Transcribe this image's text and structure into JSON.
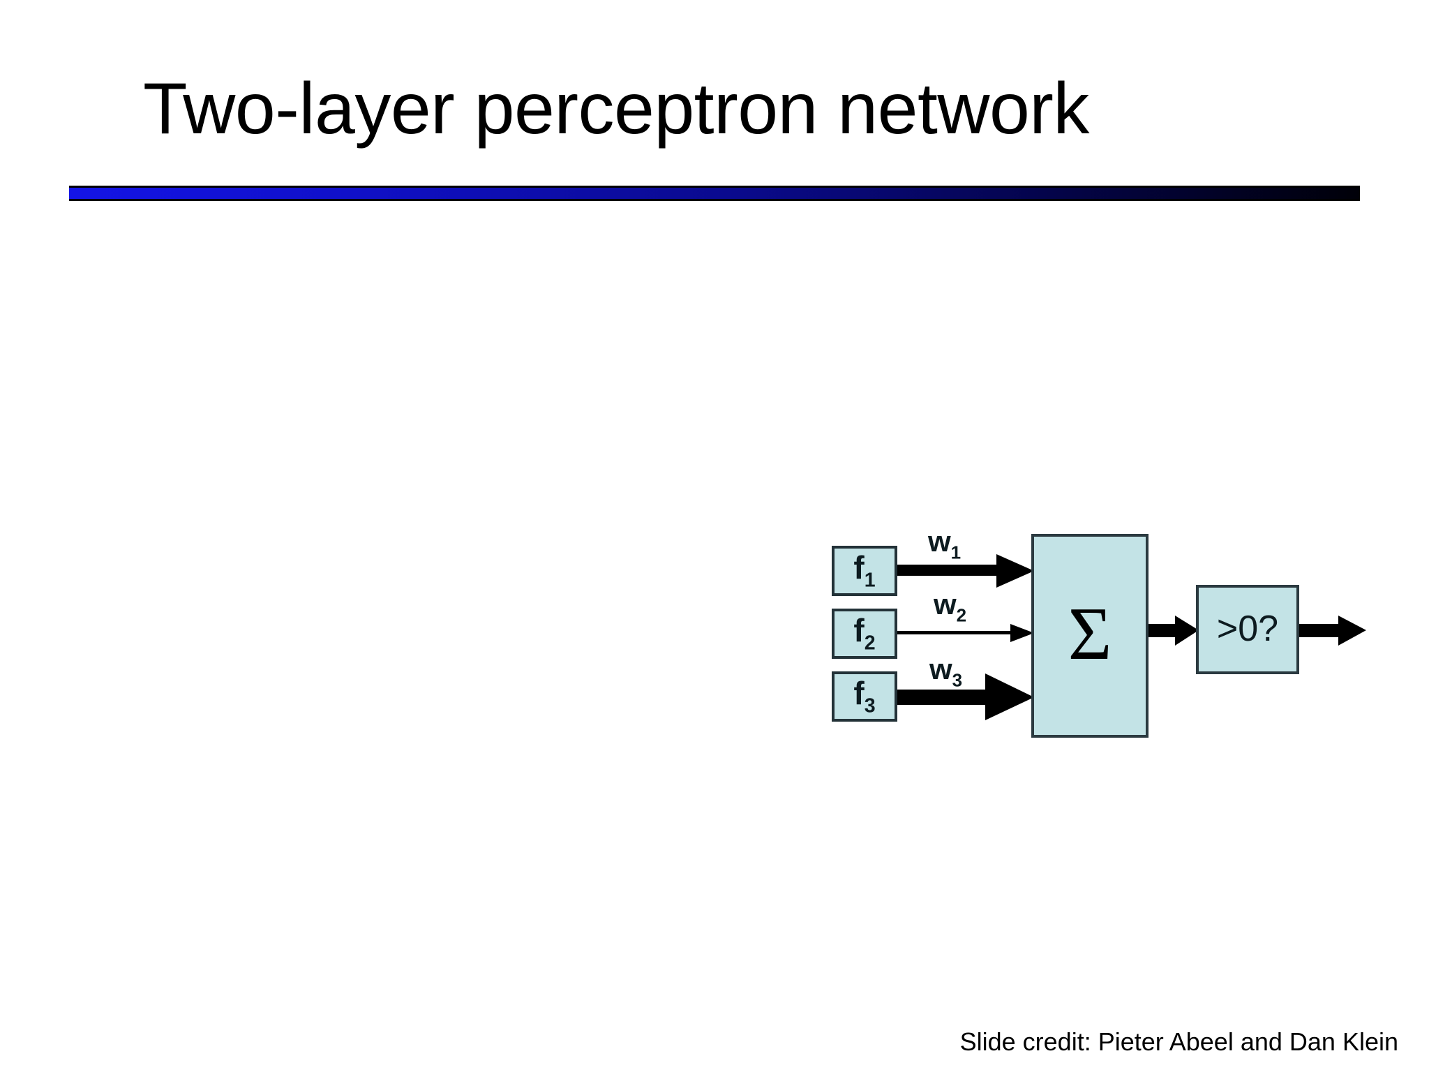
{
  "slide": {
    "title": "Two-layer perceptron network",
    "credit": "Slide credit: Pieter Abeel and Dan Klein",
    "background_color": "#ffffff",
    "divider": {
      "gradient_from": "#1414e6",
      "gradient_to": "#000008",
      "border_color": "#000000"
    }
  },
  "diagram": {
    "type": "perceptron",
    "node_fill": "#c3e3e6",
    "node_border": "#233238",
    "arrow_color": "#000000",
    "inputs": [
      {
        "label": "f",
        "subscript": "1",
        "weight_label": "w",
        "weight_subscript": "1",
        "arrow_weight": "thick"
      },
      {
        "label": "f",
        "subscript": "2",
        "weight_label": "w",
        "weight_subscript": "2",
        "arrow_weight": "thin"
      },
      {
        "label": "f",
        "subscript": "3",
        "weight_label": "w",
        "weight_subscript": "3",
        "arrow_weight": "thickest"
      }
    ],
    "sum_node": {
      "label": "Σ"
    },
    "threshold_node": {
      "label": ">0?"
    },
    "output_arrow": {
      "weight": "thick"
    }
  }
}
